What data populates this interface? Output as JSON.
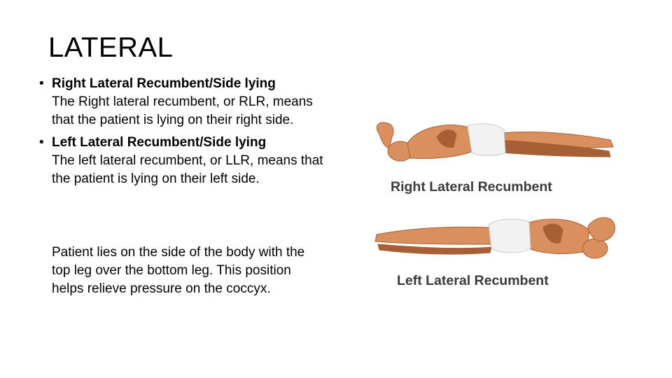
{
  "slide": {
    "title": "LATERAL",
    "bullets": [
      {
        "marker": "•",
        "heading": "Right Lateral Recumbent/Side lying",
        "text": "The Right lateral recumbent, or RLR, means that the patient is lying on their right side."
      },
      {
        "marker": "•",
        "heading": "Left Lateral Recumbent/Side lying",
        "text": "The left lateral recumbent, or LLR, means that the patient is lying on their left side."
      }
    ],
    "note": "Patient lies on the side of the body with the top leg over the bottom leg. This position helps relieve pressure on the coccyx."
  },
  "figure": {
    "top_label": "Right Lateral Recumbent",
    "bottom_label": "Left Lateral Recumbent",
    "skin_color": "#d9905e",
    "skin_shadow": "#a85f35",
    "shorts_color": "#f2f2f2"
  }
}
